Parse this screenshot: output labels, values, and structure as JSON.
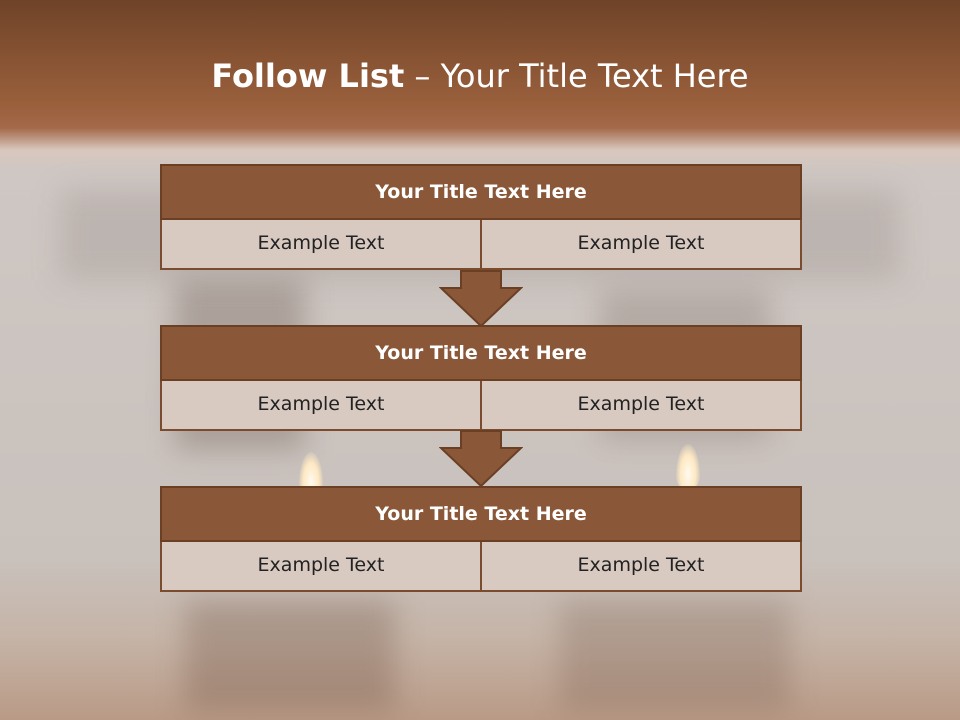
{
  "slide": {
    "title_bold": "Follow List",
    "title_rest": " – Your Title Text Here"
  },
  "blocks": [
    {
      "title": "Your Title Text Here",
      "cells": [
        "Example Text",
        "Example Text"
      ]
    },
    {
      "title": "Your Title Text Here",
      "cells": [
        "Example Text",
        "Example Text"
      ]
    },
    {
      "title": "Your Title Text Here",
      "cells": [
        "Example Text",
        "Example Text"
      ]
    }
  ],
  "colors": {
    "header_band": "#9a603c",
    "block_title_fill": "#8a5838",
    "block_border": "#6b3f24",
    "cell_fill": "#d8c9c1",
    "arrow_fill": "#8a5838"
  }
}
